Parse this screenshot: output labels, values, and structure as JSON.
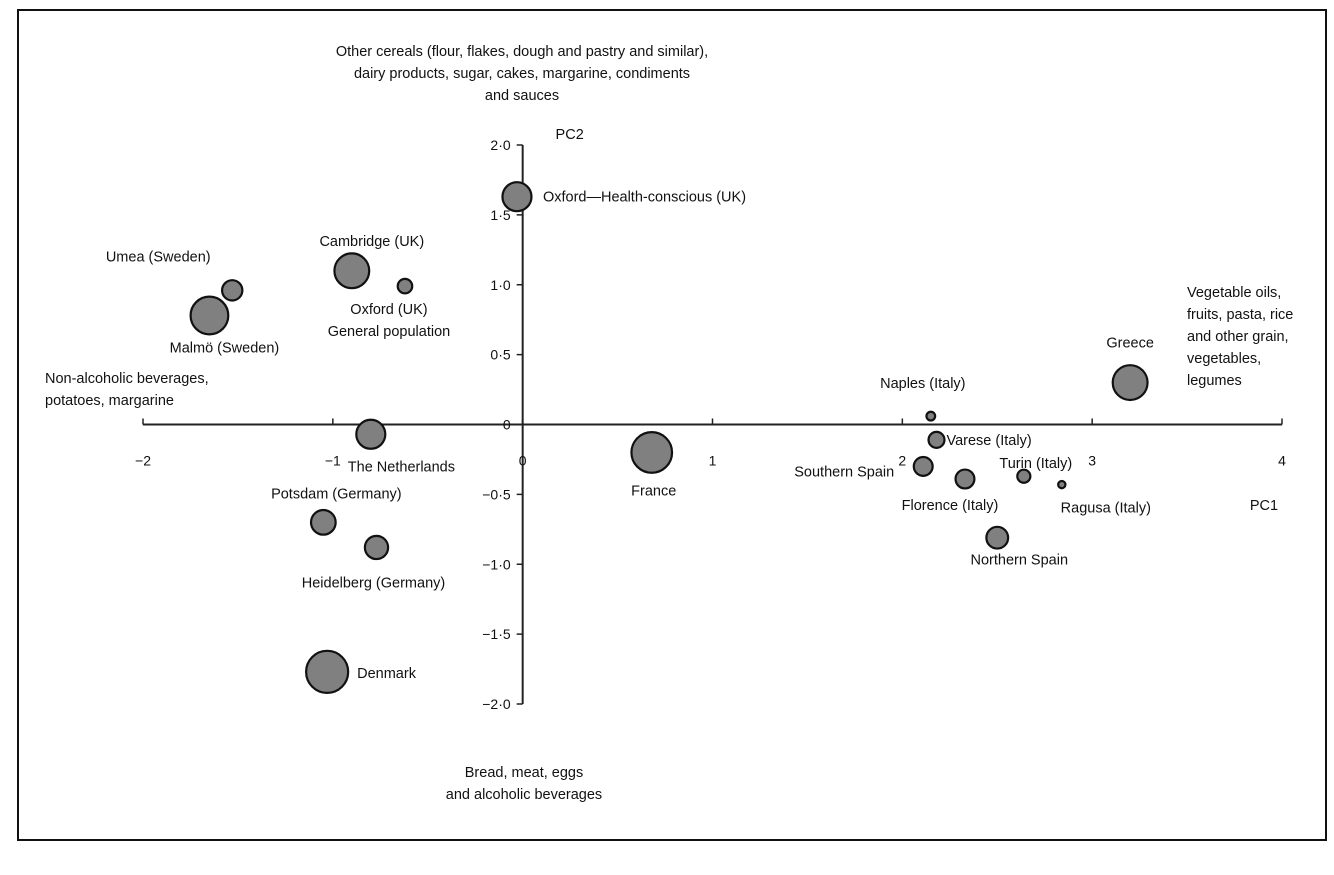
{
  "chart_data": {
    "type": "scatter",
    "title": "",
    "xlabel": "PC1",
    "ylabel": "PC2",
    "xlim": [
      -2,
      4
    ],
    "ylim": [
      -2,
      2
    ],
    "grid": false,
    "bubble_size": true,
    "x_ticks": [
      "-2",
      "-1",
      "0",
      "1",
      "2",
      "3",
      "4"
    ],
    "y_ticks": [
      "2·0",
      "1·5",
      "1·0",
      "0·5",
      "0",
      "-0·5",
      "-1·0",
      "-1·5",
      "-2·0"
    ],
    "points": [
      {
        "label": "Oxford—Health-conscious (UK)",
        "x": -0.03,
        "y": 1.63,
        "size": 1.0
      },
      {
        "label": "Cambridge (UK)",
        "x": -0.9,
        "y": 1.1,
        "size": 1.2
      },
      {
        "label": "Oxford (UK)|General population",
        "x": -0.62,
        "y": 0.99,
        "size": 0.5
      },
      {
        "label": "Umea (Sweden)",
        "x": -1.53,
        "y": 0.96,
        "size": 0.7
      },
      {
        "label": "Malmö (Sweden)",
        "x": -1.65,
        "y": 0.78,
        "size": 1.3
      },
      {
        "label": "The Netherlands",
        "x": -0.8,
        "y": -0.07,
        "size": 1.0
      },
      {
        "label": "France",
        "x": 0.68,
        "y": -0.2,
        "size": 1.4
      },
      {
        "label": "Potsdam (Germany)",
        "x": -1.05,
        "y": -0.7,
        "size": 0.85
      },
      {
        "label": "Heidelberg (Germany)",
        "x": -0.77,
        "y": -0.88,
        "size": 0.8
      },
      {
        "label": "Denmark",
        "x": -1.03,
        "y": -1.77,
        "size": 1.45
      },
      {
        "label": "Greece",
        "x": 3.2,
        "y": 0.3,
        "size": 1.2
      },
      {
        "label": "Naples (Italy)",
        "x": 2.15,
        "y": 0.06,
        "size": 0.3
      },
      {
        "label": "Varese (Italy)",
        "x": 2.18,
        "y": -0.11,
        "size": 0.55
      },
      {
        "label": "Southern Spain",
        "x": 2.11,
        "y": -0.3,
        "size": 0.65
      },
      {
        "label": "Florence (Italy)",
        "x": 2.33,
        "y": -0.39,
        "size": 0.65
      },
      {
        "label": "Turin (Italy)",
        "x": 2.64,
        "y": -0.37,
        "size": 0.45
      },
      {
        "label": "Ragusa (Italy)",
        "x": 2.84,
        "y": -0.43,
        "size": 0.25
      },
      {
        "label": "Northern  Spain",
        "x": 2.5,
        "y": -0.81,
        "size": 0.75
      }
    ],
    "annotations": {
      "top": [
        "Other cereals (flour, flakes, dough and pastry and similar),",
        "dairy products, sugar, cakes, margarine, condiments",
        "and sauces"
      ],
      "bottom": [
        "Bread, meat, eggs",
        "and alcoholic beverages"
      ],
      "left": [
        "Non-alcoholic beverages,",
        "potatoes, margarine"
      ],
      "right": [
        "Vegetable oils,",
        "fruits, pasta, rice",
        "and other grain,",
        "vegetables,",
        "legumes"
      ]
    },
    "colors": {
      "marker_fill": "#808080",
      "marker_stroke": "#111111",
      "axis": "#222222",
      "frame": "#111111"
    }
  }
}
